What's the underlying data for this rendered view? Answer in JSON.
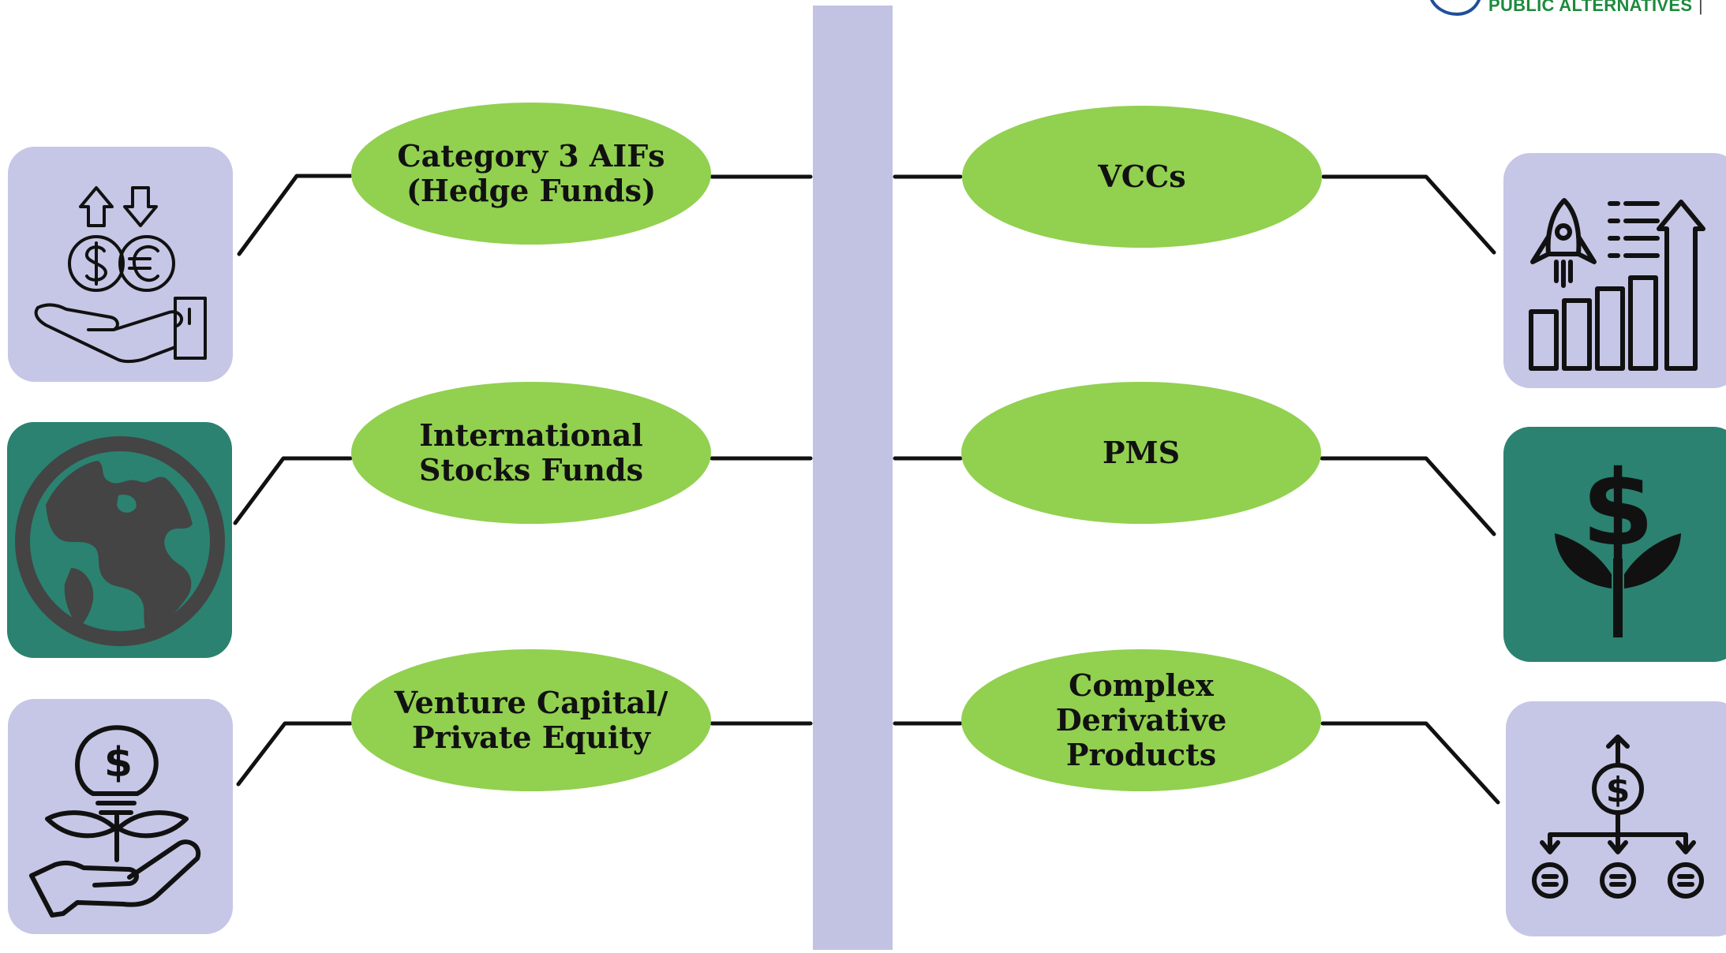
{
  "brand": {
    "text": "PUBLIC ALTERNATIVES",
    "separator": "|"
  },
  "colors": {
    "spine": "#c2c2e3",
    "ellipse": "#92d050",
    "tile_lavender": "#c6c6e6",
    "tile_teal": "#2b8270",
    "connector": "#111111",
    "brand": "#1d8a3c"
  },
  "left_items": [
    {
      "label": "Category 3 AIFs\n(Hedge Funds)",
      "icon": "currency-exchange-hand-icon",
      "tile": "lavender"
    },
    {
      "label": "International\nStocks Funds",
      "icon": "globe-icon",
      "tile": "teal"
    },
    {
      "label": "Venture Capital/\nPrivate Equity",
      "icon": "idea-plant-hand-icon",
      "tile": "lavender"
    }
  ],
  "right_items": [
    {
      "label": "VCCs",
      "icon": "rocket-growth-chart-icon",
      "tile": "lavender"
    },
    {
      "label": "PMS",
      "icon": "money-plant-icon",
      "tile": "teal"
    },
    {
      "label": "Complex\nDerivative\nProducts",
      "icon": "dollar-hierarchy-icon",
      "tile": "lavender"
    }
  ]
}
